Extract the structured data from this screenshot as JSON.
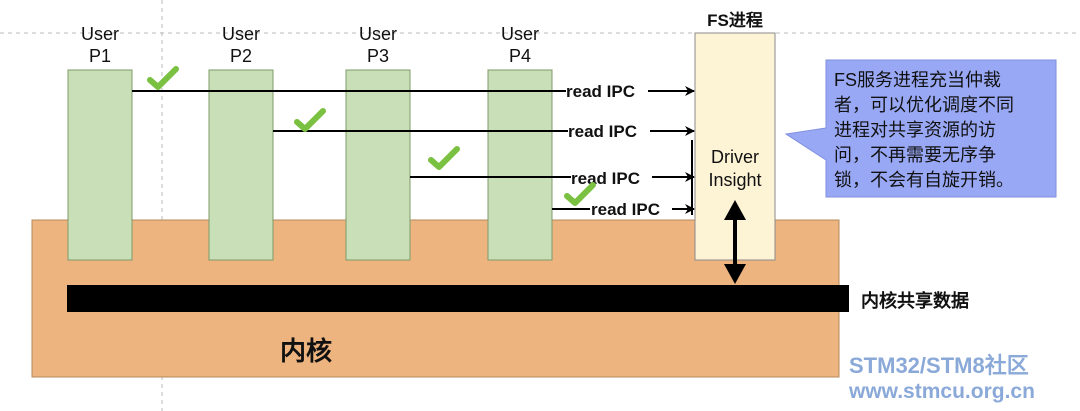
{
  "users": [
    {
      "line1": "User",
      "line2": "P1"
    },
    {
      "line1": "User",
      "line2": "P2"
    },
    {
      "line1": "User",
      "line2": "P3"
    },
    {
      "line1": "User",
      "line2": "P4"
    }
  ],
  "fs_process": {
    "title": "FS进程",
    "driver_line1": "Driver",
    "driver_line2": "Insight"
  },
  "ipc_labels": [
    "read IPC",
    "read IPC",
    "read IPC",
    "read IPC"
  ],
  "kernel": {
    "label": "内核",
    "shared_data_label": "内核共享数据"
  },
  "callout": {
    "lines": [
      "FS服务进程充当仲裁",
      "者，可以优化调度不同",
      "进程对共享资源的访",
      "问，不再需要无序争",
      "锁，不会有自旋开销。"
    ]
  },
  "watermark": {
    "line1": "STM32/STM8社区",
    "line2": "www.stmcu.org.cn"
  },
  "colors": {
    "user_box": "#c9dfb7",
    "kernel_box": "#edb47f",
    "fs_box": "#fdf4d6",
    "callout_box": "#99a8f5",
    "shared_bar": "#000000",
    "check": "#7ac142",
    "watermark": "#8aa9d8"
  },
  "icons": [
    "check-icon",
    "arrow-right-icon",
    "double-arrow-icon"
  ]
}
